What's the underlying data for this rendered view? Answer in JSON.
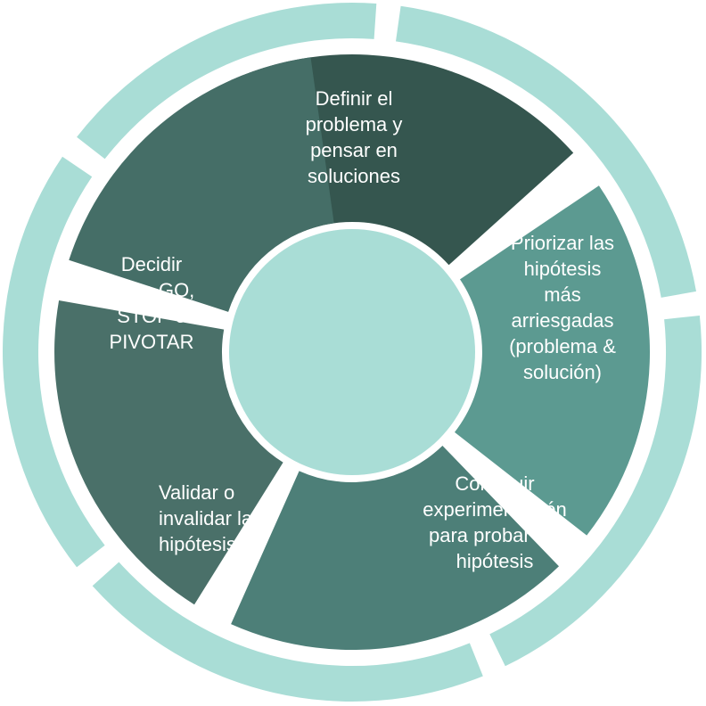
{
  "diagram": {
    "type": "cycle",
    "colors": {
      "outer_ring": "#a9ddd6",
      "center": "#a9ddd6",
      "gap": "#ffffff",
      "text": "#ffffff"
    },
    "segments": [
      {
        "id": "definir",
        "color": "#35564f",
        "lines": [
          "Definir el",
          "problema y",
          "pensar en",
          "soluciones"
        ]
      },
      {
        "id": "priorizar",
        "color": "#5c9a91",
        "lines": [
          "Priorizar las",
          "hipótesis",
          "más",
          "arriesgadas",
          "(problema &",
          "solución)"
        ]
      },
      {
        "id": "construir",
        "color": "#4d7f78",
        "lines": [
          "Construir",
          "experimentación",
          "para probar las",
          "hipótesis"
        ]
      },
      {
        "id": "validar",
        "color": "#4a7069",
        "lines": [
          "Validar o",
          "invalidar las",
          "hipótesis"
        ]
      },
      {
        "id": "decidir",
        "color": "#456e67",
        "lines": [
          "Decidir",
          "entre GO,",
          "STOP o",
          "PIVOTAR"
        ]
      }
    ]
  }
}
